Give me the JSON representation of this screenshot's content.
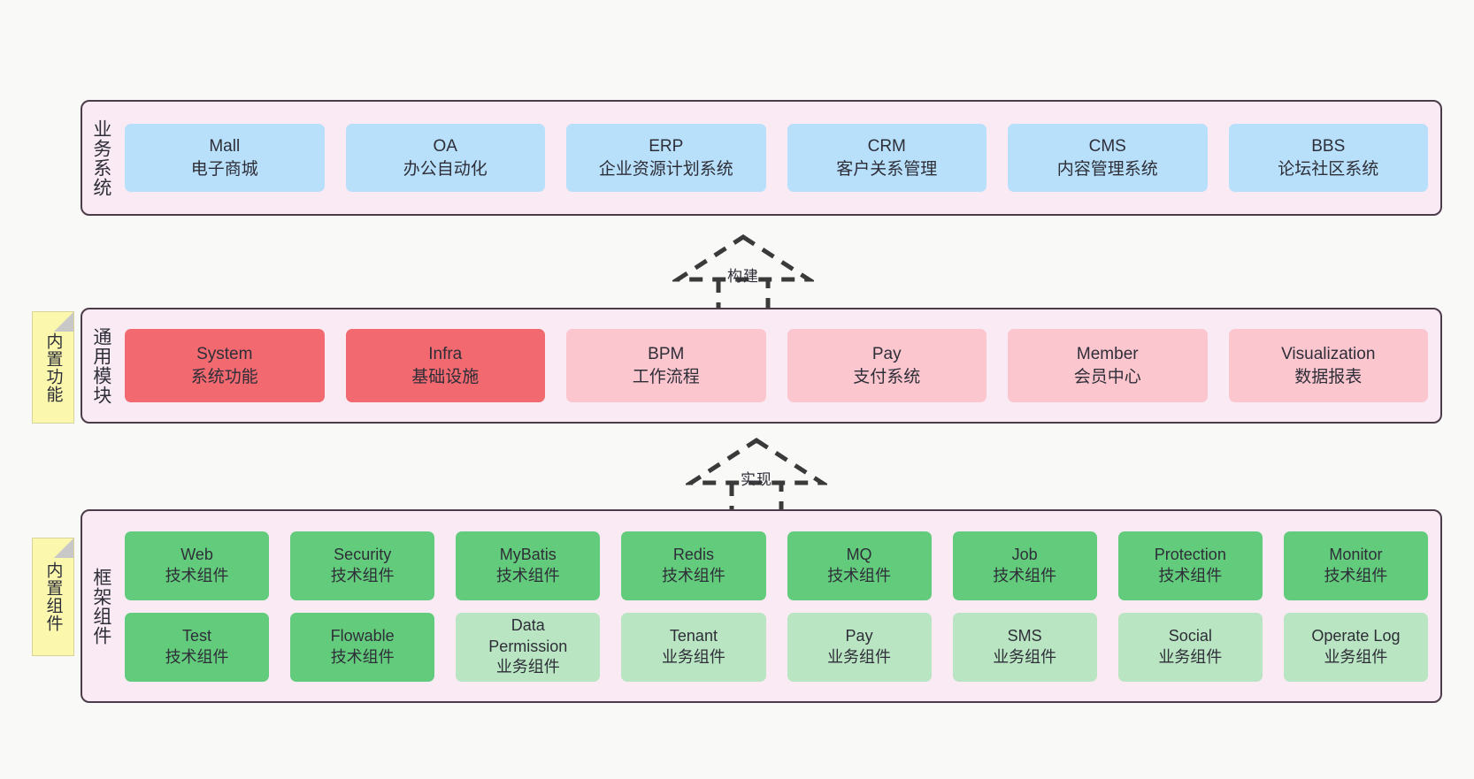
{
  "diagram": {
    "background": "#f9f9f8",
    "container_fill": "#f9eaf4",
    "container_border": "#4d3d4a"
  },
  "layers": [
    {
      "id": "business",
      "title": "业务系统",
      "color": "#b8e0fa",
      "rows": [
        [
          {
            "en": "Mall",
            "cn": "电子商城"
          },
          {
            "en": "OA",
            "cn": "办公自动化"
          },
          {
            "en": "ERP",
            "cn": "企业资源计划系统"
          },
          {
            "en": "CRM",
            "cn": "客户关系管理"
          },
          {
            "en": "CMS",
            "cn": "内容管理系统"
          },
          {
            "en": "BBS",
            "cn": "论坛社区系统"
          }
        ]
      ]
    },
    {
      "id": "common",
      "title": "通用模块",
      "rows": [
        [
          {
            "en": "System",
            "cn": "系统功能",
            "color": "#f2696f"
          },
          {
            "en": "Infra",
            "cn": "基础设施",
            "color": "#f2696f"
          },
          {
            "en": "BPM",
            "cn": "工作流程",
            "color": "#fcc6cf"
          },
          {
            "en": "Pay",
            "cn": "支付系统",
            "color": "#fcc6cf"
          },
          {
            "en": "Member",
            "cn": "会员中心",
            "color": "#fcc6cf"
          },
          {
            "en": "Visualization",
            "cn": "数据报表",
            "color": "#fcc6cf"
          }
        ]
      ]
    },
    {
      "id": "framework",
      "title": "框架组件",
      "rows": [
        [
          {
            "en": "Web",
            "cn": "技术组件",
            "color": "#63cb7c"
          },
          {
            "en": "Security",
            "cn": "技术组件",
            "color": "#63cb7c"
          },
          {
            "en": "MyBatis",
            "cn": "技术组件",
            "color": "#63cb7c"
          },
          {
            "en": "Redis",
            "cn": "技术组件",
            "color": "#63cb7c"
          },
          {
            "en": "MQ",
            "cn": "技术组件",
            "color": "#63cb7c"
          },
          {
            "en": "Job",
            "cn": "技术组件",
            "color": "#63cb7c"
          },
          {
            "en": "Protection",
            "cn": "技术组件",
            "color": "#63cb7c"
          },
          {
            "en": "Monitor",
            "cn": "技术组件",
            "color": "#63cb7c"
          }
        ],
        [
          {
            "en": "Test",
            "cn": "技术组件",
            "color": "#63cb7c"
          },
          {
            "en": "Flowable",
            "cn": "技术组件",
            "color": "#63cb7c"
          },
          {
            "en": "Data\nPermission",
            "cn": "业务组件",
            "color": "#b9e5c2"
          },
          {
            "en": "Tenant",
            "cn": "业务组件",
            "color": "#b9e5c2"
          },
          {
            "en": "Pay",
            "cn": "业务组件",
            "color": "#b9e5c2"
          },
          {
            "en": "SMS",
            "cn": "业务组件",
            "color": "#b9e5c2"
          },
          {
            "en": "Social",
            "cn": "业务组件",
            "color": "#b9e5c2"
          },
          {
            "en": "Operate Log",
            "cn": "业务组件",
            "color": "#b9e5c2"
          }
        ]
      ]
    }
  ],
  "sticky_notes": [
    {
      "id": "builtin-func",
      "label": "内置功能",
      "color": "#fbf8ae"
    },
    {
      "id": "builtin-comp",
      "label": "内置组件",
      "color": "#fbf8ae"
    }
  ],
  "arrows": [
    {
      "id": "build",
      "label": "构建",
      "style": "dashed-hollow-triangle-up"
    },
    {
      "id": "impl",
      "label": "实现",
      "style": "dashed-hollow-triangle-up"
    }
  ]
}
